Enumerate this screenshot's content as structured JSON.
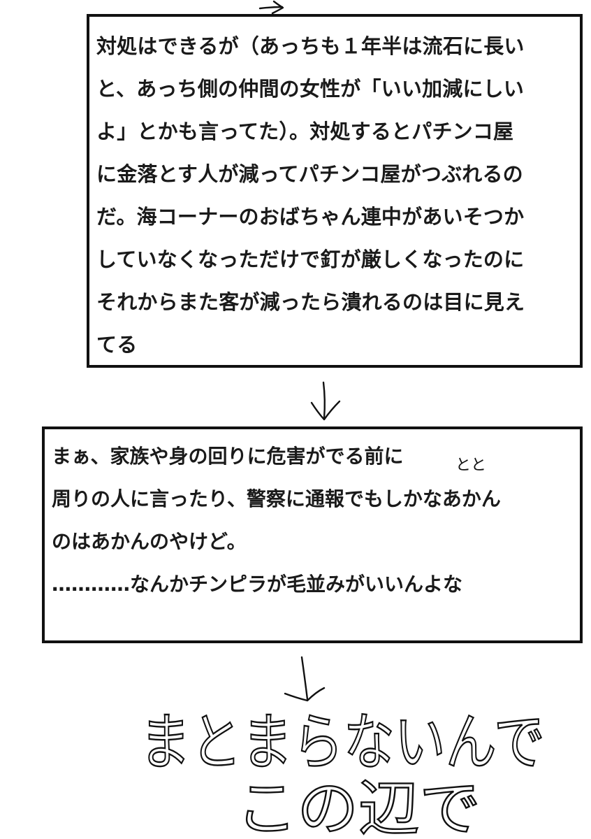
{
  "box1": {
    "lines": [
      "対処はできるが（あっちも１年半は流石に長い",
      "と、あっち側の仲間の女性が「いい加減にしい",
      "よ」とかも言ってた）。対処するとパチンコ屋",
      "に金落とす人が減ってパチンコ屋がつぶれるの",
      "だ。海コーナーのおばちゃん連中があいそつか",
      "していなくなっただけで釘が厳しくなったのに",
      "それからまた客が減ったら潰れるのは目に見え",
      "てる"
    ]
  },
  "box2": {
    "lines": [
      "まぁ、家族や身の回りに危害がでる前に",
      "周りの人に言ったり、警察に通報でもしかなあかん",
      "のはあかんのやけど。",
      "…………なんかチンピラが毛並みがいいんよな"
    ],
    "correction": "とと"
  },
  "handwriting": {
    "line1": "まとまらないんで",
    "line2": "この辺で"
  }
}
